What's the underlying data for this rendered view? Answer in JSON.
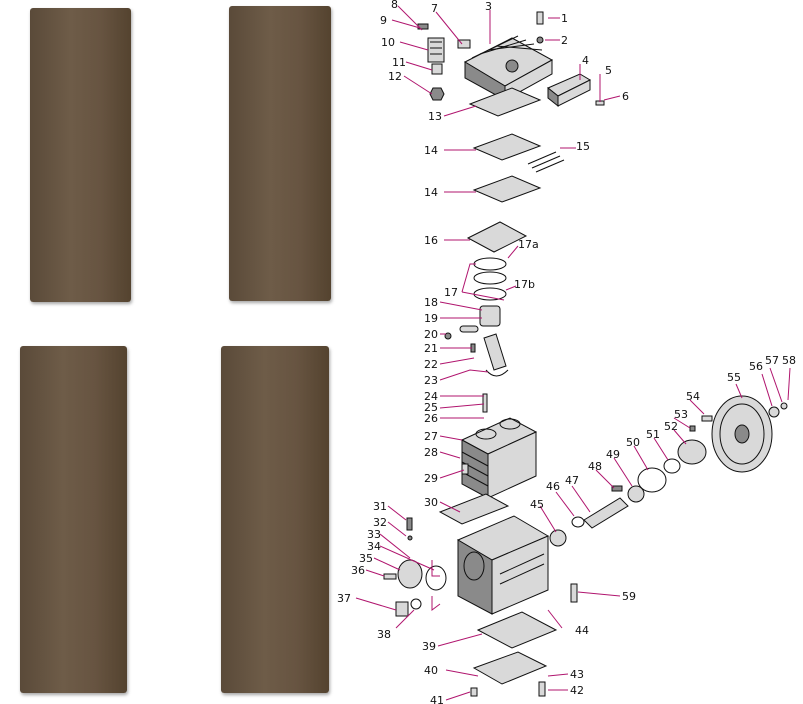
{
  "diagram": {
    "callouts": [
      {
        "id": "l1",
        "text": "1"
      },
      {
        "id": "l2",
        "text": "2"
      },
      {
        "id": "l3",
        "text": "3"
      },
      {
        "id": "l4",
        "text": "4"
      },
      {
        "id": "l5",
        "text": "5"
      },
      {
        "id": "l6",
        "text": "6"
      },
      {
        "id": "l7",
        "text": "7"
      },
      {
        "id": "l8",
        "text": "8"
      },
      {
        "id": "l9",
        "text": "9"
      },
      {
        "id": "l10",
        "text": "10"
      },
      {
        "id": "l11",
        "text": "11"
      },
      {
        "id": "l12",
        "text": "12"
      },
      {
        "id": "l13",
        "text": "13"
      },
      {
        "id": "l14a",
        "text": "14"
      },
      {
        "id": "l14b",
        "text": "14"
      },
      {
        "id": "l15",
        "text": "15"
      },
      {
        "id": "l16",
        "text": "16"
      },
      {
        "id": "l17",
        "text": "17"
      },
      {
        "id": "l17a",
        "text": "17a"
      },
      {
        "id": "l17b",
        "text": "17b"
      },
      {
        "id": "l18",
        "text": "18"
      },
      {
        "id": "l19",
        "text": "19"
      },
      {
        "id": "l20",
        "text": "20"
      },
      {
        "id": "l21",
        "text": "21"
      },
      {
        "id": "l22",
        "text": "22"
      },
      {
        "id": "l23",
        "text": "23"
      },
      {
        "id": "l24",
        "text": "24"
      },
      {
        "id": "l25",
        "text": "25"
      },
      {
        "id": "l26",
        "text": "26"
      },
      {
        "id": "l27",
        "text": "27"
      },
      {
        "id": "l28",
        "text": "28"
      },
      {
        "id": "l29",
        "text": "29"
      },
      {
        "id": "l30",
        "text": "30"
      },
      {
        "id": "l31",
        "text": "31"
      },
      {
        "id": "l32",
        "text": "32"
      },
      {
        "id": "l33",
        "text": "33"
      },
      {
        "id": "l34",
        "text": "34"
      },
      {
        "id": "l35",
        "text": "35"
      },
      {
        "id": "l36",
        "text": "36"
      },
      {
        "id": "l37",
        "text": "37"
      },
      {
        "id": "l38",
        "text": "38"
      },
      {
        "id": "l39",
        "text": "39"
      },
      {
        "id": "l40",
        "text": "40"
      },
      {
        "id": "l41",
        "text": "41"
      },
      {
        "id": "l42",
        "text": "42"
      },
      {
        "id": "l43",
        "text": "43"
      },
      {
        "id": "l44",
        "text": "44"
      },
      {
        "id": "l45",
        "text": "45"
      },
      {
        "id": "l46",
        "text": "46"
      },
      {
        "id": "l47",
        "text": "47"
      },
      {
        "id": "l48",
        "text": "48"
      },
      {
        "id": "l49",
        "text": "49"
      },
      {
        "id": "l50",
        "text": "50"
      },
      {
        "id": "l51",
        "text": "51"
      },
      {
        "id": "l52",
        "text": "52"
      },
      {
        "id": "l53",
        "text": "53"
      },
      {
        "id": "l54",
        "text": "54"
      },
      {
        "id": "l55",
        "text": "55"
      },
      {
        "id": "l56",
        "text": "56"
      },
      {
        "id": "l57",
        "text": "57"
      },
      {
        "id": "l58",
        "text": "58"
      },
      {
        "id": "l59",
        "text": "59"
      }
    ]
  },
  "colors": {
    "leader": "#b0156e",
    "panel": "#65533f",
    "background": "#ffffff"
  },
  "panels": [
    "panel-top-left",
    "panel-top-right",
    "panel-bottom-left",
    "panel-bottom-right"
  ]
}
